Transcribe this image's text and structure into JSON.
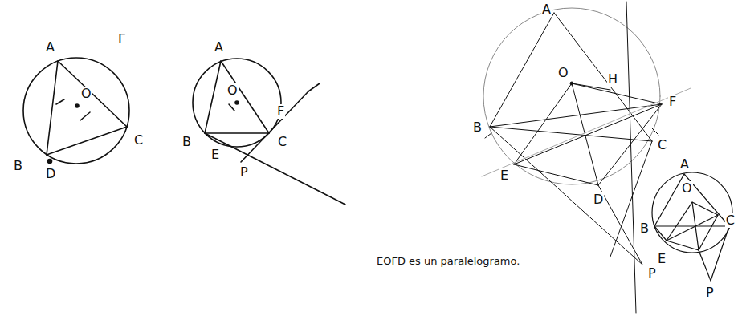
{
  "diagram": {
    "labels": [
      "A",
      "Γ",
      "O",
      "B",
      "D",
      "C",
      "A",
      "O",
      "F",
      "C",
      "B",
      "E",
      "P",
      "A",
      "O",
      "H",
      "F",
      "C",
      "B",
      "E",
      "D",
      "P",
      "EOFD es un paralelogramo.",
      "A",
      "O",
      "B",
      "E",
      "C",
      "P"
    ]
  }
}
